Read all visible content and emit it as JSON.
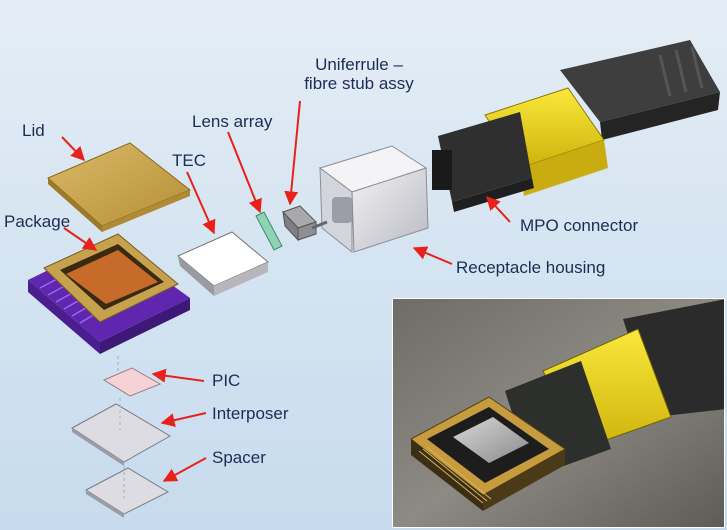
{
  "labels": {
    "lid": "Lid",
    "package": "Package",
    "tec": "TEC",
    "lens_array": "Lens array",
    "uniferrule_line1": "Uniferrule –",
    "uniferrule_line2": "fibre stub assy",
    "mpo_connector": "MPO connector",
    "receptacle_housing": "Receptacle housing",
    "pic": "PIC",
    "interposer": "Interposer",
    "spacer": "Spacer"
  },
  "colors": {
    "arrow": "#e8211b",
    "label_text": "#1b2d55",
    "background": "#d3e3f1",
    "lid": "#c9a64e",
    "package_pins": "#7a3cc8",
    "connector_yellow": "#f2dc1a",
    "connector_body": "#3a3a3a"
  }
}
